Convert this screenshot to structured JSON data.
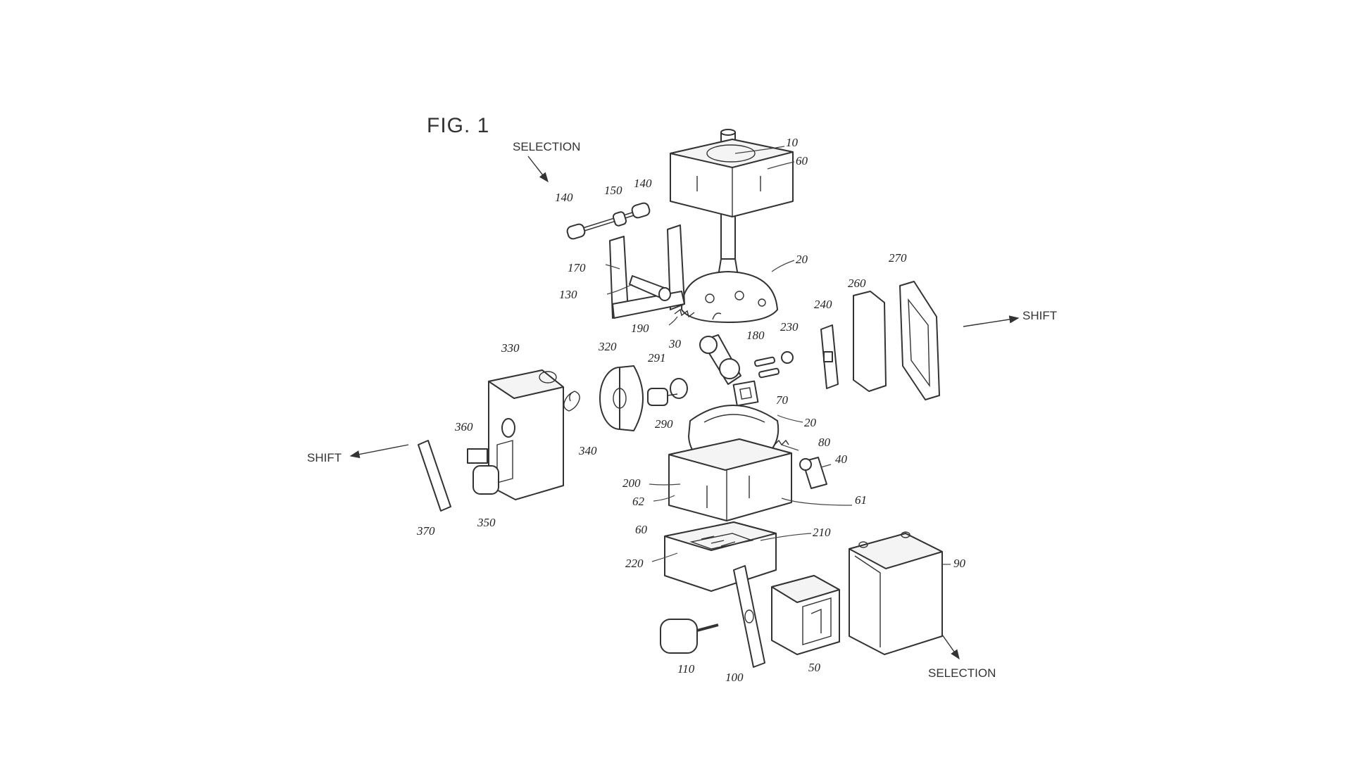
{
  "figure": {
    "title": "FIG. 1"
  },
  "directions": {
    "selection_top": "SELECTION",
    "selection_bottom": "SELECTION",
    "shift_left": "SHIFT",
    "shift_right": "SHIFT"
  },
  "refs": {
    "r10": "10",
    "r60a": "60",
    "r20a": "20",
    "r140a": "140",
    "r150": "150",
    "r140b": "140",
    "r170": "170",
    "r130": "130",
    "r190": "190",
    "r270": "270",
    "r260": "260",
    "r240": "240",
    "r180": "180",
    "r230": "230",
    "r70": "70",
    "r30": "30",
    "r320": "320",
    "r291": "291",
    "r330": "330",
    "r290": "290",
    "r20b": "20",
    "r360": "360",
    "r340": "340",
    "r80": "80",
    "r40": "40",
    "r200": "200",
    "r62": "62",
    "r61": "61",
    "r60b": "60",
    "r370": "370",
    "r350": "350",
    "r210": "210",
    "r220": "220",
    "r90": "90",
    "r110": "110",
    "r100": "100",
    "r50": "50"
  }
}
